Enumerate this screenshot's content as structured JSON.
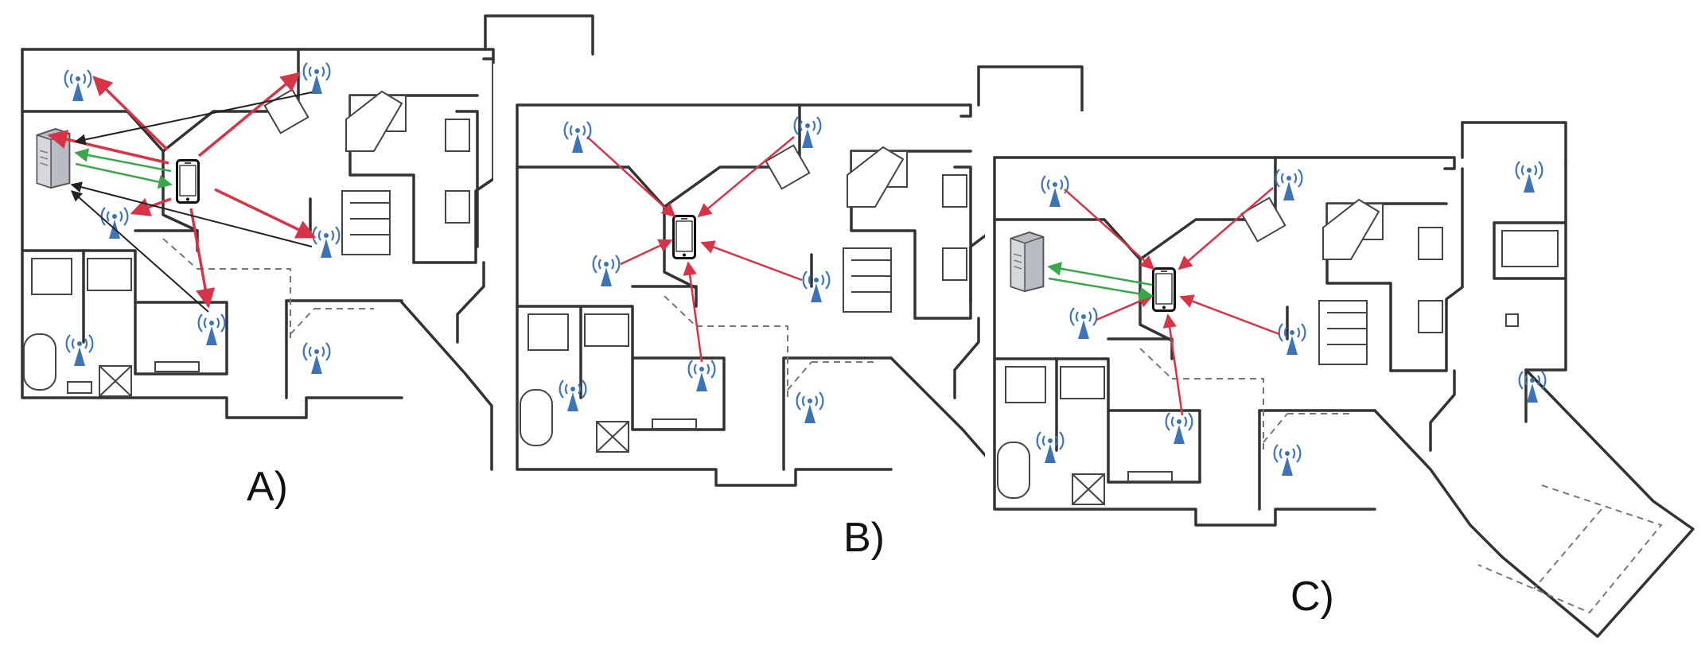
{
  "labels": {
    "a": "A)",
    "b": "B)",
    "c": "C)"
  },
  "colors": {
    "access_point": "#3d74b8",
    "arrow_red": "#d83447",
    "arrow_green": "#3aa84a",
    "arrow_black": "#222222",
    "wall": "#333333"
  },
  "icons": {
    "access_point": "wifi-access-point-icon",
    "phone": "smartphone-icon",
    "server": "server-icon",
    "arrow": "arrow-icon"
  }
}
